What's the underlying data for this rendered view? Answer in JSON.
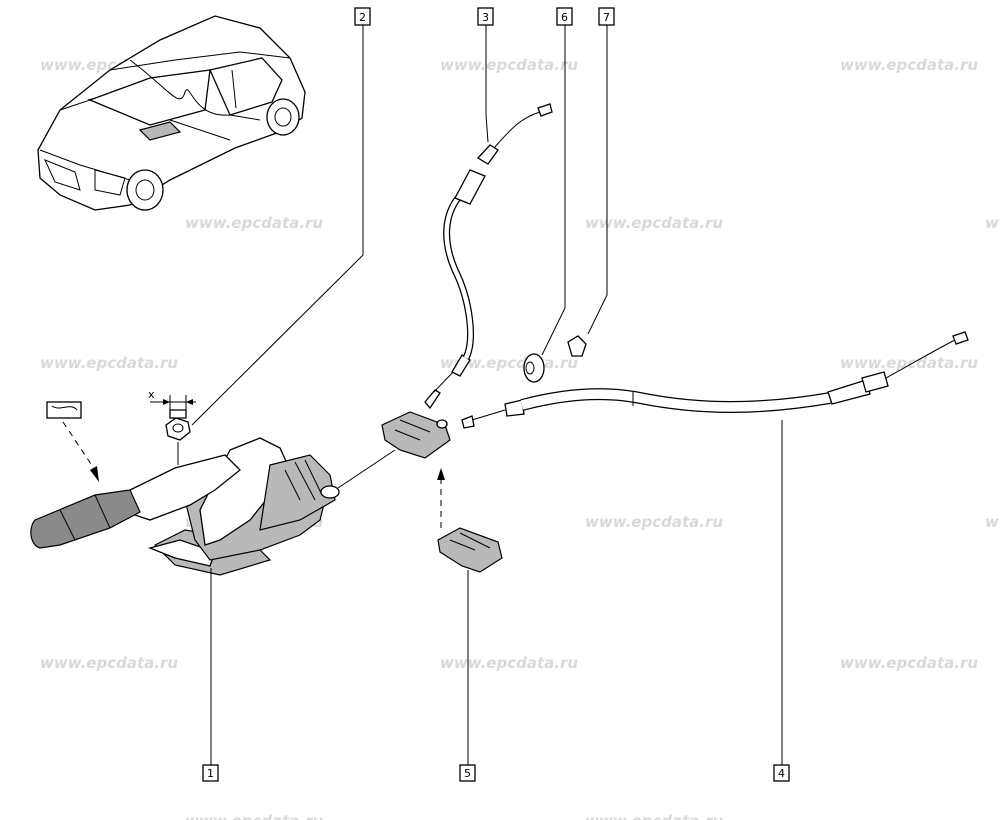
{
  "watermark": "www.epcdata.ru",
  "axis_label": "x",
  "callouts": [
    {
      "id": "callout-1",
      "label": "1"
    },
    {
      "id": "callout-2",
      "label": "2"
    },
    {
      "id": "callout-3",
      "label": "3"
    },
    {
      "id": "callout-4",
      "label": "4"
    },
    {
      "id": "callout-5",
      "label": "5"
    },
    {
      "id": "callout-6",
      "label": "6"
    },
    {
      "id": "callout-7",
      "label": "7"
    }
  ],
  "colors": {
    "line": "#000000",
    "watermark": "#d9d9d9",
    "shade": "#b9b9b9",
    "background": "#ffffff"
  }
}
